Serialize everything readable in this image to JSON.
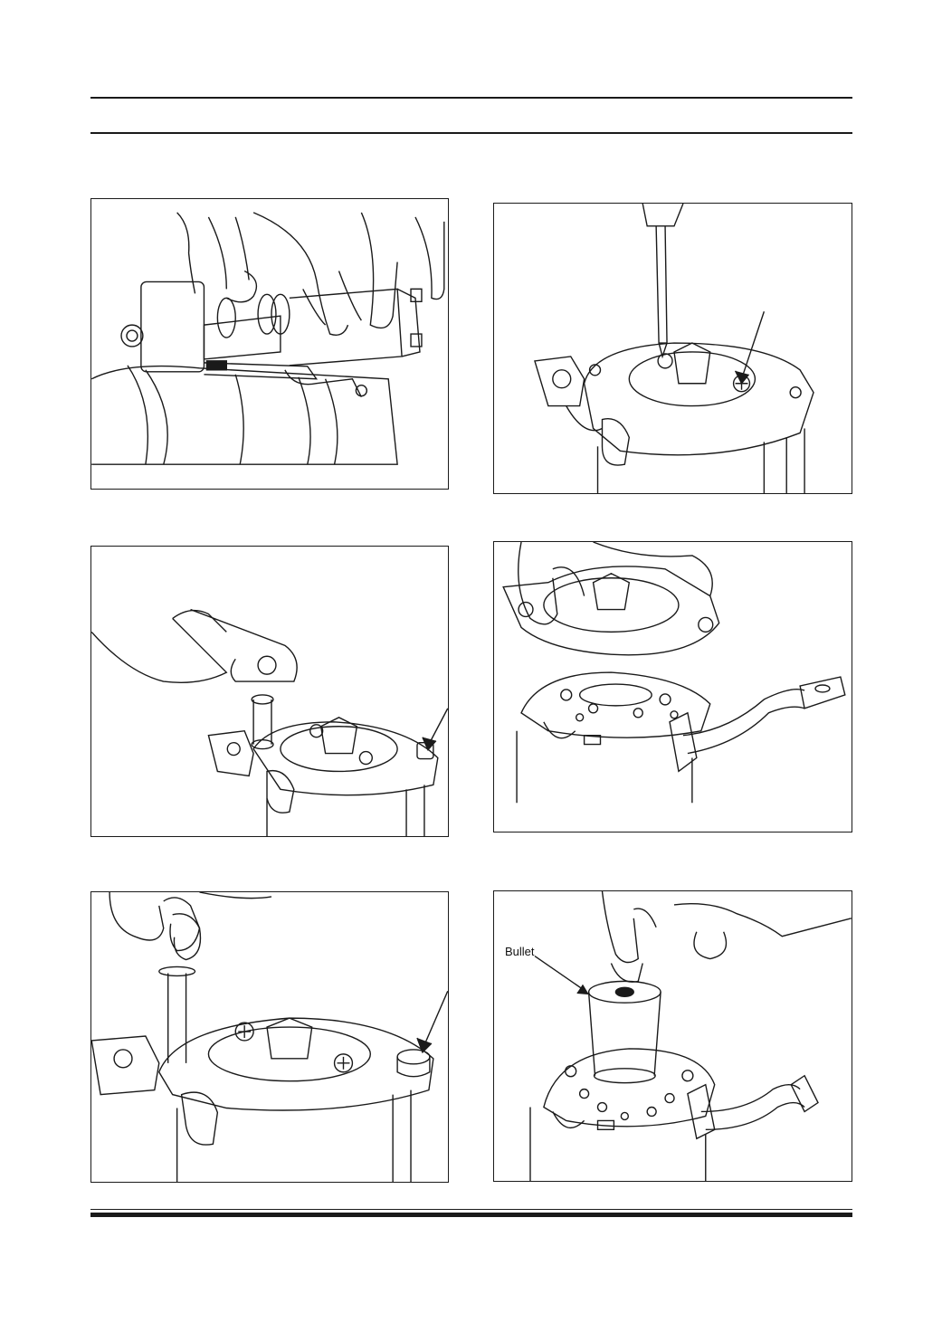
{
  "figures": [
    {
      "id": "fig-solenoid-removal",
      "labels": []
    },
    {
      "id": "fig-end-cover-screws",
      "labels": []
    },
    {
      "id": "fig-through-bolts-ratchet",
      "labels": []
    },
    {
      "id": "fig-end-cover-lift",
      "labels": []
    },
    {
      "id": "fig-through-bolt-removal",
      "labels": []
    },
    {
      "id": "fig-bullet-fitting",
      "labels": [
        "Bullet"
      ]
    }
  ]
}
